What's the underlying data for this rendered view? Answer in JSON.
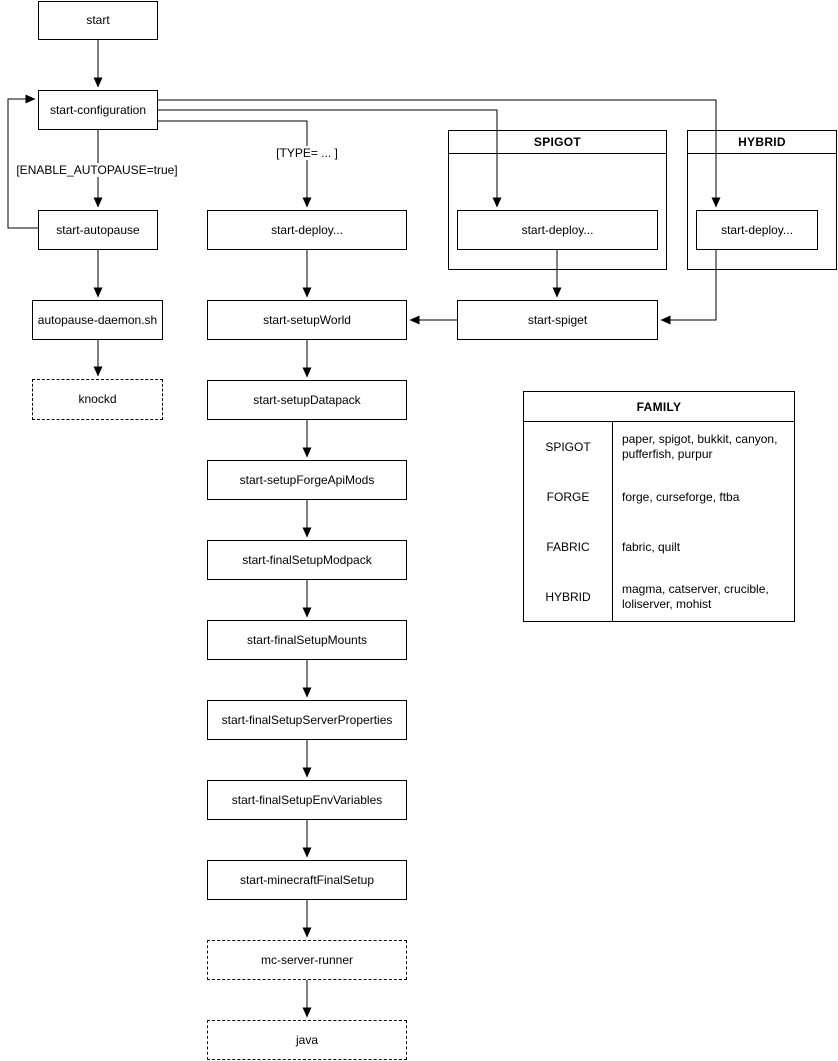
{
  "nodes": {
    "start": "start",
    "start_configuration": "start-configuration",
    "start_autopause": "start-autopause",
    "autopause_daemon": "autopause-daemon.sh",
    "knockd": "knockd",
    "deploy_main": "start-deploy...",
    "setup_world": "start-setupWorld",
    "setup_datapack": "start-setupDatapack",
    "setup_forge_api_mods": "start-setupForgeApiMods",
    "final_setup_modpack": "start-finalSetupModpack",
    "final_setup_mounts": "start-finalSetupMounts",
    "final_setup_server_properties": "start-finalSetupServerProperties",
    "final_setup_env_variables": "start-finalSetupEnvVariables",
    "minecraft_final_setup": "start-minecraftFinalSetup",
    "mc_server_runner": "mc-server-runner",
    "java": "java",
    "deploy_spigot": "start-deploy...",
    "deploy_hybrid": "start-deploy...",
    "start_spiget": "start-spiget"
  },
  "containers": {
    "spigot": "SPIGOT",
    "hybrid": "HYBRID"
  },
  "edge_labels": {
    "enable_autopause": "[ENABLE_AUTOPAUSE=true]",
    "type_branch": "[TYPE= ... ]"
  },
  "family_table": {
    "title": "FAMILY",
    "rows": [
      {
        "family": "SPIGOT",
        "values": "paper, spigot, bukkit, canyon, pufferfish, purpur"
      },
      {
        "family": "FORGE",
        "values": "forge, curseforge, ftba"
      },
      {
        "family": "FABRIC",
        "values": "fabric, quilt"
      },
      {
        "family": "HYBRID",
        "values": "magma, catserver, crucible, loliserver, mohist"
      }
    ]
  }
}
